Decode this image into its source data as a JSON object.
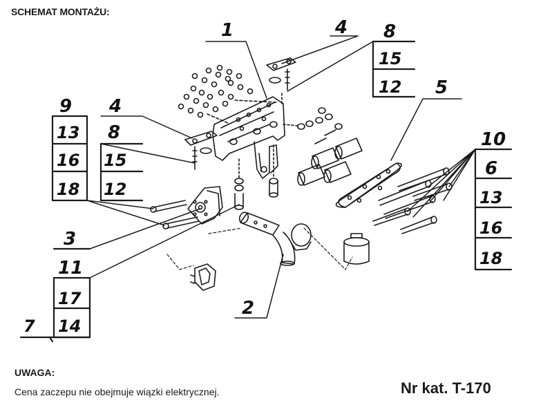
{
  "header": {
    "title": "SCHEMAT MONTAŻU:"
  },
  "labels": {
    "l1": "1",
    "l2": "2",
    "l3": "3",
    "l4a": "4",
    "l4b": "4",
    "l5": "5",
    "l7": "7",
    "boxA": [
      "8",
      "15",
      "12"
    ],
    "boxB": [
      "9",
      "13",
      "16",
      "18"
    ],
    "boxC": [
      "8",
      "15",
      "12"
    ],
    "boxD": [
      "10",
      "6",
      "13",
      "16",
      "18"
    ],
    "boxE": [
      "11",
      "17",
      "14"
    ]
  },
  "note": {
    "title": "UWAGA:",
    "text": "Cena zaczepu nie obejmuje wiązki elektrycznej."
  },
  "catalog": "Nr kat. T-170"
}
